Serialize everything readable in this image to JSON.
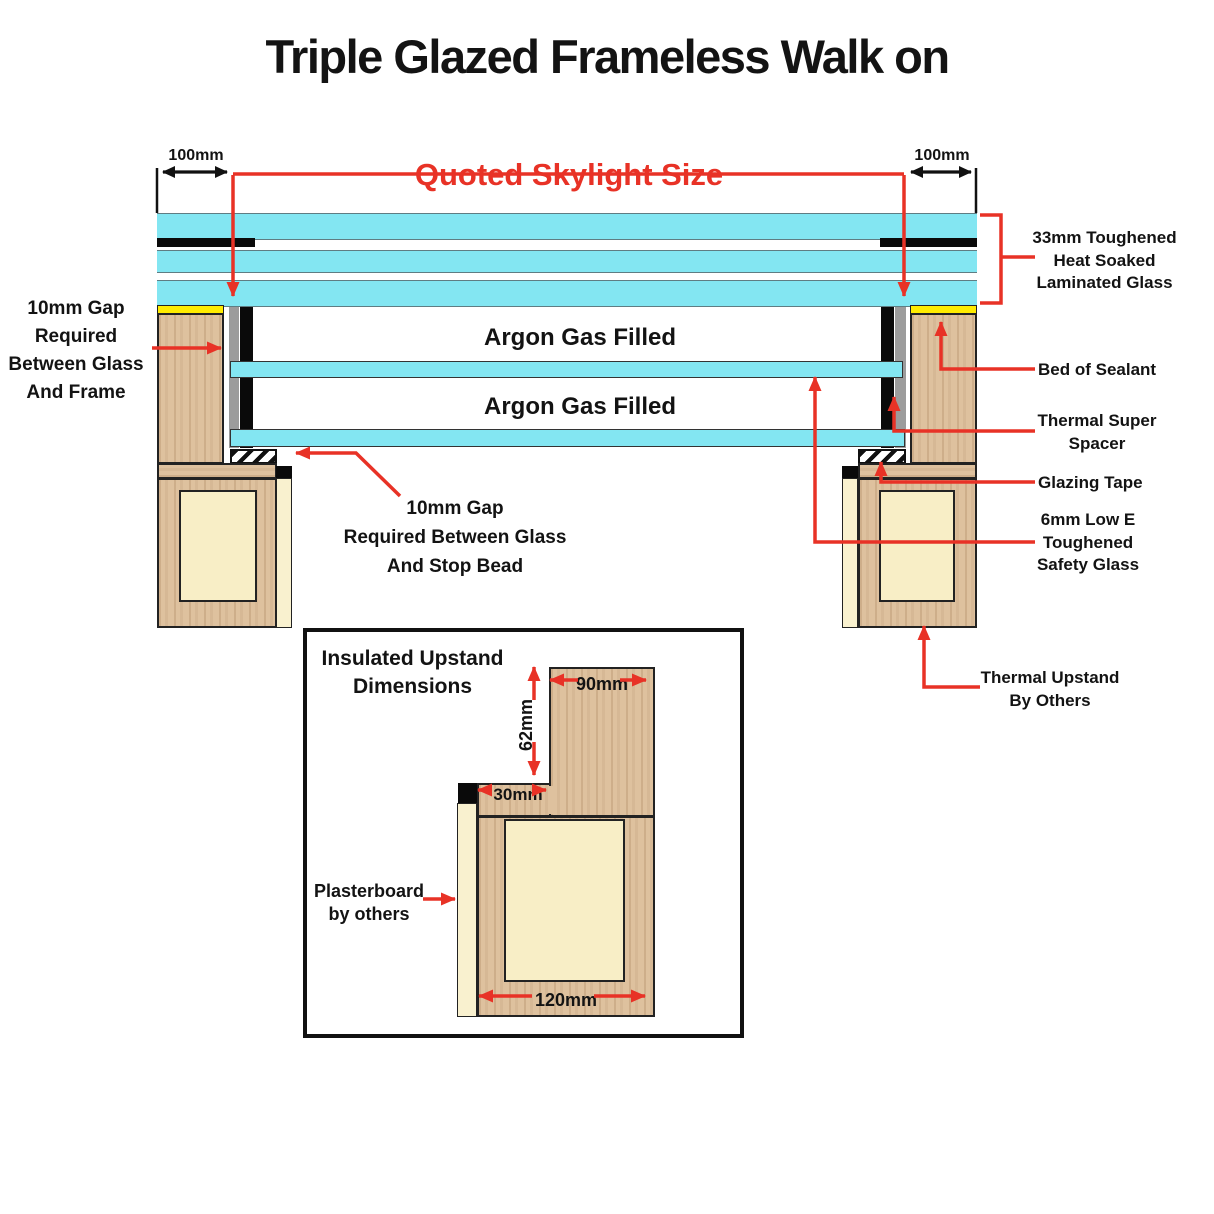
{
  "title": "Triple Glazed Frameless Walk on",
  "colors": {
    "glass_cyan": "#83e6f2",
    "wood": "#dec19e",
    "insulation_cream": "#f8eec6",
    "plasterboard": "#f9f1cf",
    "sealant_yellow": "#ffec00",
    "spacer_gray": "#9c9c9c",
    "accent_red": "#e83226",
    "line_black": "#111111"
  },
  "dimensions": {
    "left_overhang": "100mm",
    "right_overhang": "100mm",
    "quoted_size": "Quoted Skylight Size"
  },
  "section": {
    "argon_top": "Argon Gas Filled",
    "argon_bottom": "Argon Gas Filled"
  },
  "labels": {
    "gap_frame": [
      "10mm Gap",
      "Required",
      "Between Glass",
      "And Frame"
    ],
    "laminated_glass": [
      "33mm Toughened",
      "Heat Soaked",
      "Laminated Glass"
    ],
    "bed_of_sealant": "Bed of Sealant",
    "thermal_spacer": [
      "Thermal Super",
      "Spacer"
    ],
    "glazing_tape": "Glazing Tape",
    "low_e_glass": [
      "6mm Low E",
      "Toughened",
      "Safety Glass"
    ],
    "gap_stop_bead": [
      "10mm Gap",
      "Required Between Glass",
      "And Stop Bead"
    ],
    "thermal_upstand": [
      "Thermal Upstand",
      "By Others"
    ]
  },
  "inset": {
    "title": [
      "Insulated Upstand",
      "Dimensions"
    ],
    "plasterboard": [
      "Plasterboard",
      "by others"
    ],
    "dim_top_width": "90mm",
    "dim_upstand_height": "62mm",
    "dim_ledge": "30mm",
    "dim_base_width": "120mm"
  }
}
